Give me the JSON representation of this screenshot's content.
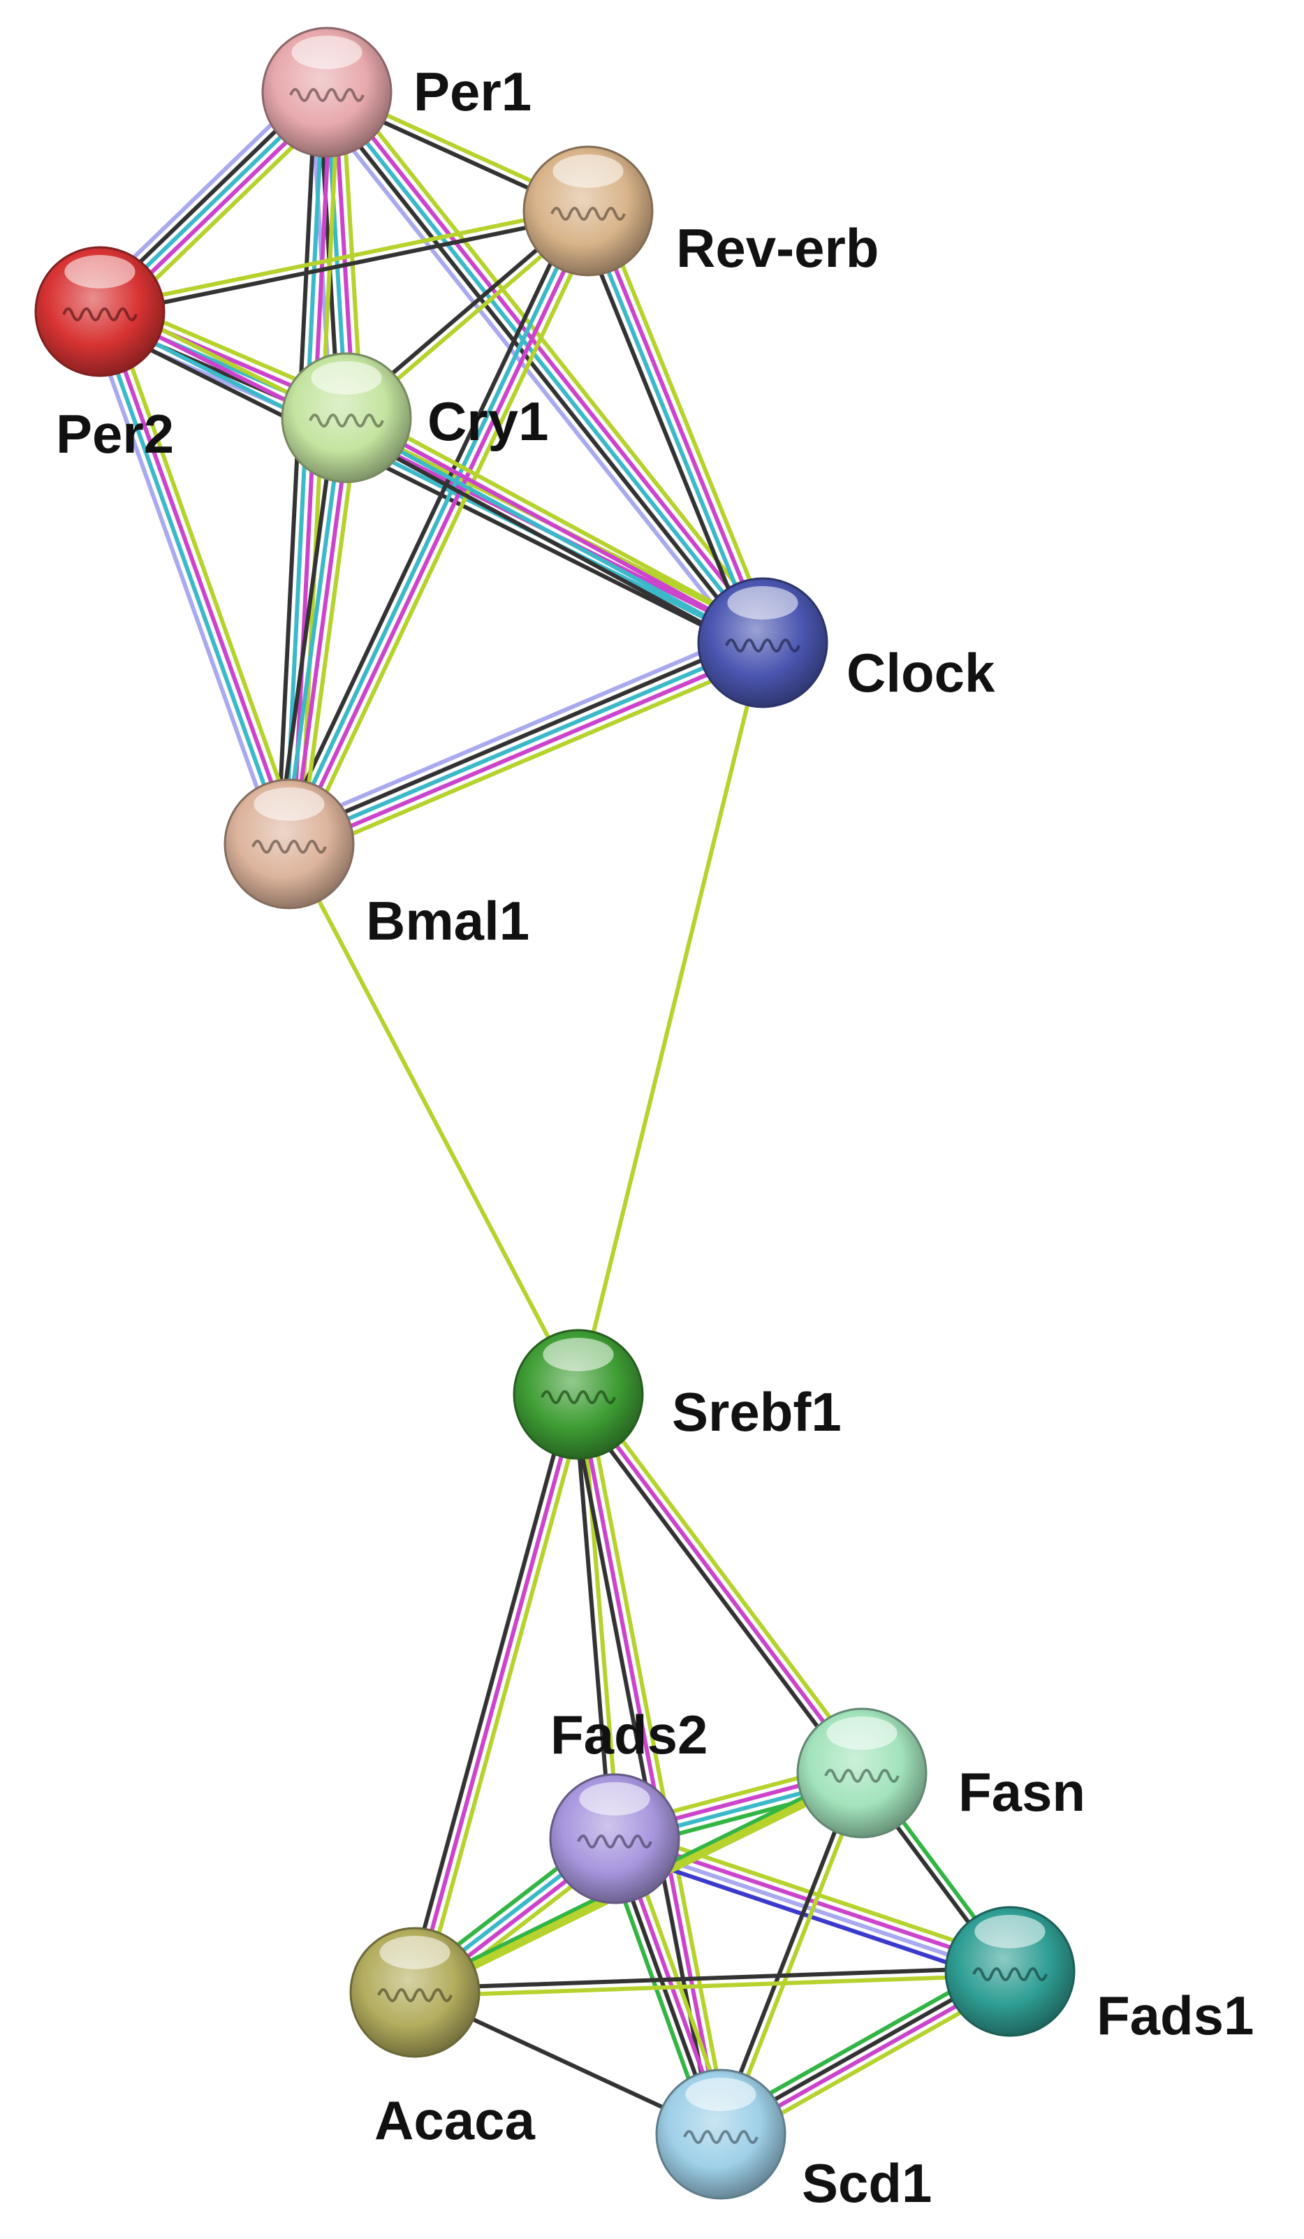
{
  "evidence_colors": {
    "lime": "#b5d22d",
    "magenta": "#cc44cc",
    "cyan": "#3cb9c9",
    "black": "#333333",
    "lavender": "#a9a9f0",
    "green": "#33b544",
    "blue": "#3a3acc"
  },
  "nodes": [
    {
      "id": "per1",
      "label": "Per1",
      "color": "#e8a9ad",
      "icon": "protein-structure-icon"
    },
    {
      "id": "reverb",
      "label": "Rev-erb",
      "color": "#d9b48a",
      "icon": "protein-structure-icon"
    },
    {
      "id": "per2",
      "label": "Per2",
      "color": "#d83333",
      "icon": "protein-structure-icon"
    },
    {
      "id": "cry1",
      "label": "Cry1",
      "color": "#c4e4a0",
      "icon": "protein-structure-icon"
    },
    {
      "id": "clock",
      "label": "Clock",
      "color": "#4a56b0",
      "icon": "protein-structure-icon"
    },
    {
      "id": "bmal1",
      "label": "Bmal1",
      "color": "#ddb49c",
      "icon": "protein-structure-icon"
    },
    {
      "id": "srebf1",
      "label": "Srebf1",
      "color": "#3e9d34",
      "icon": "protein-structure-icon"
    },
    {
      "id": "fads2",
      "label": "Fads2",
      "color": "#a896de",
      "icon": "protein-structure-icon"
    },
    {
      "id": "fasn",
      "label": "Fasn",
      "color": "#a2e3bc",
      "icon": "protein-structure-icon"
    },
    {
      "id": "fads1",
      "label": "Fads1",
      "color": "#2f9e94",
      "icon": "protein-structure-icon"
    },
    {
      "id": "acaca",
      "label": "Acaca",
      "color": "#b3ad5e",
      "icon": "protein-structure-icon"
    },
    {
      "id": "scd1",
      "label": "Scd1",
      "color": "#9ed0e8",
      "icon": "protein-structure-icon"
    }
  ],
  "edges": [
    {
      "from": "per1",
      "to": "per2",
      "evidence": [
        "lime",
        "magenta",
        "cyan",
        "black",
        "lavender"
      ]
    },
    {
      "from": "per1",
      "to": "reverb",
      "evidence": [
        "lime",
        "black"
      ]
    },
    {
      "from": "per1",
      "to": "cry1",
      "evidence": [
        "lime",
        "magenta",
        "cyan",
        "black",
        "lavender"
      ]
    },
    {
      "from": "per1",
      "to": "clock",
      "evidence": [
        "lime",
        "magenta",
        "cyan",
        "black",
        "lavender"
      ]
    },
    {
      "from": "per1",
      "to": "bmal1",
      "evidence": [
        "lime",
        "magenta",
        "cyan",
        "black"
      ]
    },
    {
      "from": "per2",
      "to": "reverb",
      "evidence": [
        "lime",
        "black"
      ]
    },
    {
      "from": "per2",
      "to": "cry1",
      "evidence": [
        "lime",
        "magenta",
        "cyan",
        "black",
        "lavender"
      ]
    },
    {
      "from": "per2",
      "to": "clock",
      "evidence": [
        "lime",
        "magenta",
        "cyan",
        "black"
      ]
    },
    {
      "from": "per2",
      "to": "bmal1",
      "evidence": [
        "lime",
        "magenta",
        "cyan",
        "lavender"
      ]
    },
    {
      "from": "reverb",
      "to": "cry1",
      "evidence": [
        "lime",
        "black"
      ]
    },
    {
      "from": "reverb",
      "to": "clock",
      "evidence": [
        "lime",
        "magenta",
        "cyan",
        "black"
      ]
    },
    {
      "from": "reverb",
      "to": "bmal1",
      "evidence": [
        "lime",
        "magenta",
        "cyan",
        "black"
      ]
    },
    {
      "from": "cry1",
      "to": "clock",
      "evidence": [
        "lime",
        "magenta",
        "cyan",
        "black"
      ]
    },
    {
      "from": "cry1",
      "to": "bmal1",
      "evidence": [
        "lime",
        "magenta",
        "cyan",
        "black"
      ]
    },
    {
      "from": "clock",
      "to": "bmal1",
      "evidence": [
        "lime",
        "magenta",
        "cyan",
        "black",
        "lavender"
      ]
    },
    {
      "from": "bmal1",
      "to": "srebf1",
      "evidence": [
        "lime"
      ]
    },
    {
      "from": "clock",
      "to": "srebf1",
      "evidence": [
        "lime"
      ]
    },
    {
      "from": "srebf1",
      "to": "fasn",
      "evidence": [
        "lime",
        "magenta",
        "black"
      ]
    },
    {
      "from": "srebf1",
      "to": "fads2",
      "evidence": [
        "lime",
        "black"
      ]
    },
    {
      "from": "srebf1",
      "to": "acaca",
      "evidence": [
        "lime",
        "magenta",
        "black"
      ]
    },
    {
      "from": "srebf1",
      "to": "scd1",
      "evidence": [
        "lime",
        "magenta",
        "black"
      ]
    },
    {
      "from": "fads2",
      "to": "fasn",
      "evidence": [
        "lime",
        "magenta",
        "cyan",
        "green"
      ]
    },
    {
      "from": "fads2",
      "to": "fads1",
      "evidence": [
        "lime",
        "magenta",
        "lavender",
        "blue"
      ]
    },
    {
      "from": "fads2",
      "to": "acaca",
      "evidence": [
        "lime",
        "magenta",
        "cyan",
        "green"
      ]
    },
    {
      "from": "fads2",
      "to": "scd1",
      "evidence": [
        "lime",
        "magenta",
        "black",
        "green"
      ]
    },
    {
      "from": "fasn",
      "to": "fads1",
      "evidence": [
        "green",
        "black"
      ]
    },
    {
      "from": "fasn",
      "to": "acaca",
      "evidence": [
        "lime",
        "green"
      ]
    },
    {
      "from": "fasn",
      "to": "scd1",
      "evidence": [
        "lime",
        "black"
      ]
    },
    {
      "from": "fads1",
      "to": "acaca",
      "evidence": [
        "lime",
        "black"
      ]
    },
    {
      "from": "fads1",
      "to": "scd1",
      "evidence": [
        "lime",
        "magenta",
        "black",
        "green"
      ]
    },
    {
      "from": "acaca",
      "to": "scd1",
      "evidence": [
        "black"
      ]
    },
    {
      "from": "acaca",
      "to": "fasn",
      "evidence": [
        "lime"
      ]
    }
  ]
}
